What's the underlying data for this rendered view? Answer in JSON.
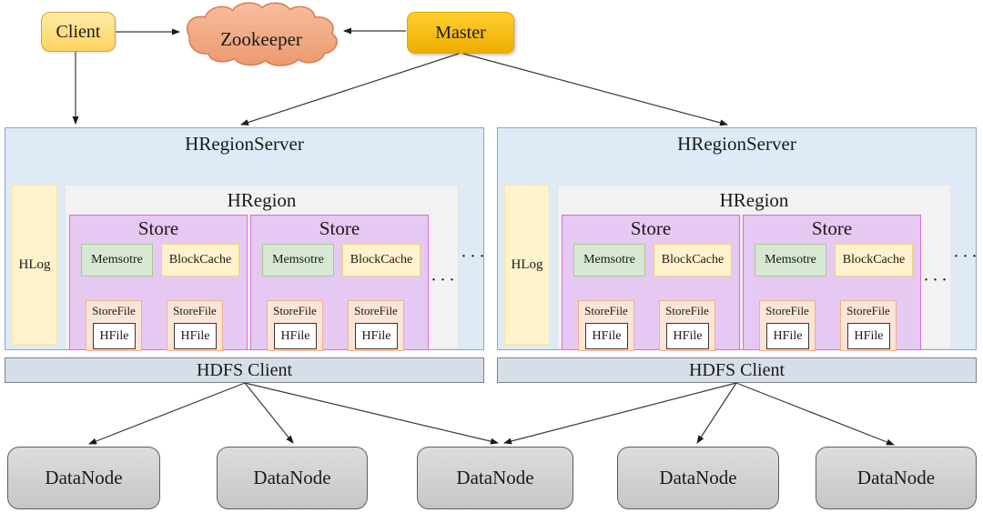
{
  "top": {
    "client_label": "Client",
    "zookeeper_label": "Zookeeper",
    "master_label": "Master"
  },
  "servers": [
    {
      "title": "HRegionServer",
      "hlog_label": "HLog",
      "hregion_title": "HRegion",
      "ellipsis_region": "···",
      "ellipsis_server": "···",
      "hdfs_client_label": "HDFS Client",
      "stores": [
        {
          "title": "Store",
          "memstore_label": "Memsotre",
          "blockcache_label": "BlockCache",
          "storefiles": [
            {
              "label": "StoreFile",
              "hfile_label": "HFile"
            },
            {
              "label": "StoreFile",
              "hfile_label": "HFile"
            }
          ]
        },
        {
          "title": "Store",
          "memstore_label": "Memsotre",
          "blockcache_label": "BlockCache",
          "storefiles": [
            {
              "label": "StoreFile",
              "hfile_label": "HFile"
            },
            {
              "label": "StoreFile",
              "hfile_label": "HFile"
            }
          ]
        }
      ]
    },
    {
      "title": "HRegionServer",
      "hlog_label": "HLog",
      "hregion_title": "HRegion",
      "ellipsis_region": "···",
      "ellipsis_server": "···",
      "hdfs_client_label": "HDFS Client",
      "stores": [
        {
          "title": "Store",
          "memstore_label": "Memsotre",
          "blockcache_label": "BlockCache",
          "storefiles": [
            {
              "label": "StoreFile",
              "hfile_label": "HFile"
            },
            {
              "label": "StoreFile",
              "hfile_label": "HFile"
            }
          ]
        },
        {
          "title": "Store",
          "memstore_label": "Memsotre",
          "blockcache_label": "BlockCache",
          "storefiles": [
            {
              "label": "StoreFile",
              "hfile_label": "HFile"
            },
            {
              "label": "StoreFile",
              "hfile_label": "HFile"
            }
          ]
        }
      ]
    }
  ],
  "datanodes": [
    {
      "label": "DataNode"
    },
    {
      "label": "DataNode"
    },
    {
      "label": "DataNode"
    },
    {
      "label": "DataNode"
    },
    {
      "label": "DataNode"
    }
  ],
  "palette": {
    "client_fill_top": "#FFEAA9",
    "client_fill_bottom": "#FFD45E",
    "client_border": "#D9A23C",
    "master_fill_top": "#FFD02E",
    "master_fill_bottom": "#EFAD00",
    "zookeeper_fill_top": "#F8BD9E",
    "zookeeper_fill_bottom": "#EC9A6F",
    "zookeeper_border": "#D97B50",
    "server_fill": "#DEEBF7",
    "server_border": "#90A4BC",
    "hlog_fill": "#FFF2CC",
    "hlog_border": "#FFE699",
    "hregion_fill": "#F2F2F2",
    "store_fill": "#E6C9F2",
    "store_border": "#DB6BE0",
    "memstore_fill": "#D7E8D2",
    "memstore_border": "#A7C795",
    "blockcache_fill": "#FFF2CC",
    "blockcache_border": "#EFD37E",
    "storefile_fill": "#FBE5D6",
    "storefile_border": "#F0B089",
    "hfile_fill": "#FFFFFF",
    "hfile_border": "#383838",
    "hdfs_fill": "#D6DEE9",
    "hdfs_border": "#808080",
    "datanode_fill_top": "#DDDDDD",
    "datanode_fill_bottom": "#C6C6C6",
    "datanode_border": "#5E5E5E",
    "connector_color": "#3a3a3a"
  }
}
